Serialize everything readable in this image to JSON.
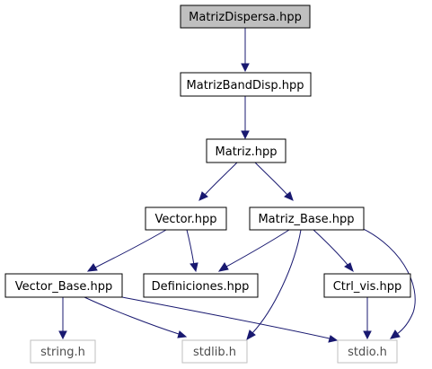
{
  "nodes": {
    "matriz_dispersa": "MatrizDispersa.hpp",
    "matriz_band_disp": "MatrizBandDisp.hpp",
    "matriz": "Matriz.hpp",
    "vector": "Vector.hpp",
    "matriz_base": "Matriz_Base.hpp",
    "vector_base": "Vector_Base.hpp",
    "definiciones": "Definiciones.hpp",
    "ctrl_vis": "Ctrl_vis.hpp",
    "string_h": "string.h",
    "stdlib_h": "stdlib.h",
    "stdio_h": "stdio.h"
  },
  "colors": {
    "edge": "#191970",
    "root_fill": "#bfbfbf",
    "system_border": "#bfbfbf",
    "system_text": "#4d4d4d"
  }
}
